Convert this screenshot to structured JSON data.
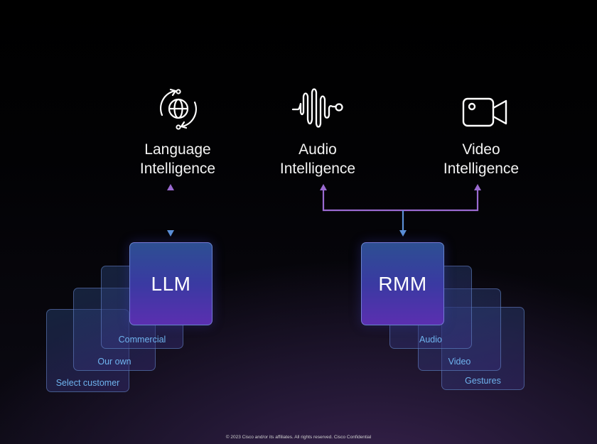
{
  "capabilities": [
    {
      "icon": "globe-refresh-icon",
      "label": "Language\nIntelligence"
    },
    {
      "icon": "audio-waveform-icon",
      "label": "Audio\nIntelligence"
    },
    {
      "icon": "video-camera-icon",
      "label": "Video\nIntelligence"
    }
  ],
  "models": {
    "llm": {
      "label": "LLM",
      "layers": [
        "Commercial",
        "Our own",
        "Select customer"
      ]
    },
    "rmm": {
      "label": "RMM",
      "layers": [
        "Audio",
        "Video",
        "Gestures"
      ]
    }
  },
  "colors": {
    "connector_blue": "#5b8fd6",
    "connector_purple": "#9a6ad0",
    "layer_text": "#6fb4ef"
  },
  "footer": "© 2023 Cisco and/or its affiliates. All rights reserved. Cisco Confidential"
}
